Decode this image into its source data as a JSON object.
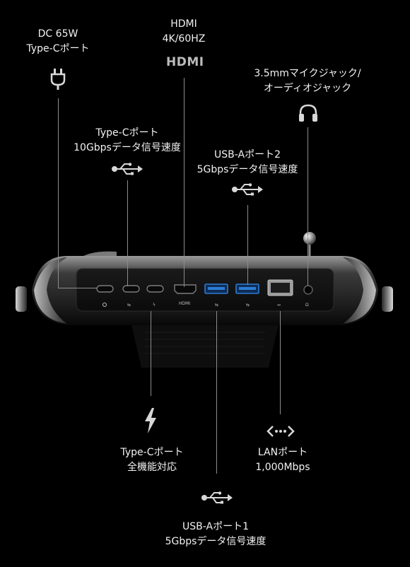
{
  "labels": {
    "dc_power": {
      "line1": "DC 65W",
      "line2": "Type-Cポート"
    },
    "hdmi": {
      "line1": "HDMI",
      "line2": "4K/60HZ",
      "logo": "HDMI"
    },
    "audio": {
      "line1": "3.5mmマイクジャック/",
      "line2": "オーディオジャック"
    },
    "typec_data": {
      "line1": "Type-Cポート",
      "line2": "10Gbpsデータ信号速度"
    },
    "usba2": {
      "line1": "USB-Aポート2",
      "line2": "5Gbpsデータ信号速度"
    },
    "typec_full": {
      "line1": "Type-Cポート",
      "line2": "全機能対応"
    },
    "lan": {
      "line1": "LANポート",
      "line2": "1,000Mbps"
    },
    "usba1": {
      "line1": "USB-Aポート1",
      "line2": "5Gbpsデータ信号速度"
    }
  },
  "device_port_labels": {
    "hdmi": "HDMI"
  },
  "icons": {
    "dc_power": "plug-icon",
    "typec_data": "usb-icon",
    "usba2": "usb-icon",
    "audio": "headphones-icon",
    "typec_full": "lightning-icon",
    "lan": "network-arrows-icon",
    "usba1": "usb-icon"
  },
  "colors": {
    "background": "#000000",
    "text": "#f2f2f2",
    "usb_a_port": "#2e7bd6",
    "leader_line": "#8c8c8c"
  }
}
